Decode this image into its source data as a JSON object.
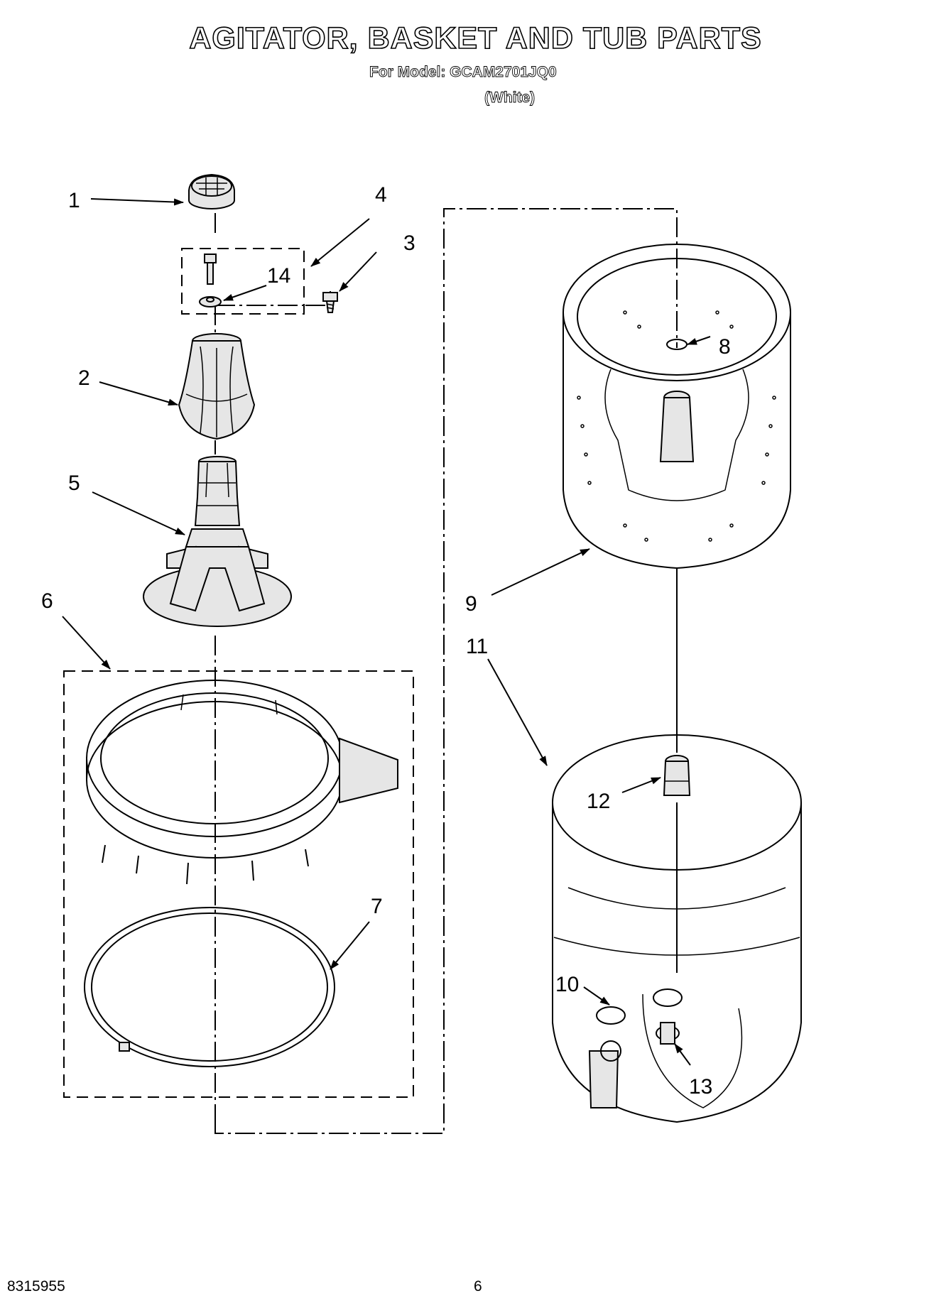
{
  "header": {
    "title": "AGITATOR, BASKET AND TUB PARTS",
    "model_line": "For Model: GCAM2701JQ0",
    "color_line": "(White)"
  },
  "callouts": [
    "1",
    "2",
    "3",
    "4",
    "5",
    "6",
    "7",
    "8",
    "9",
    "10",
    "11",
    "12",
    "13",
    "14"
  ],
  "footer": {
    "doc_number": "8315955",
    "page_number": "6"
  }
}
